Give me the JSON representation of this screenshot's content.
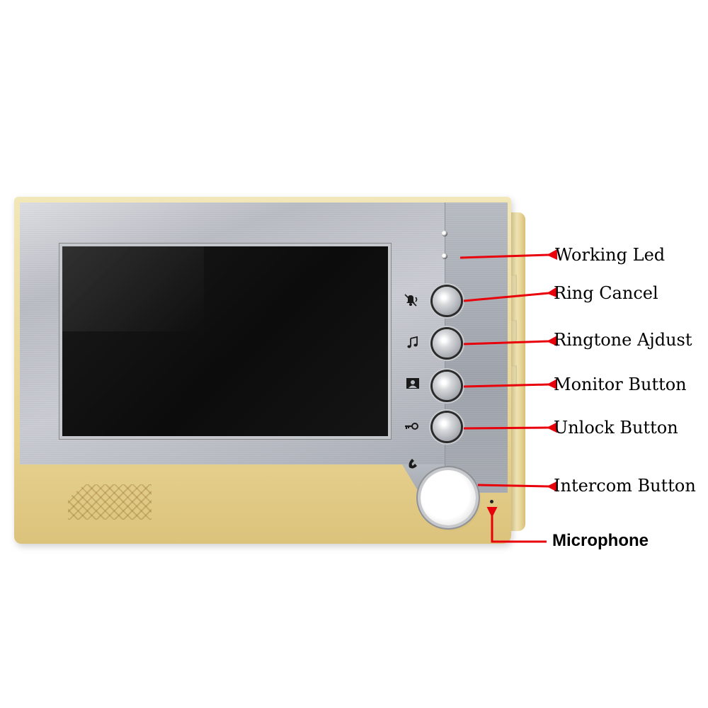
{
  "callouts": {
    "working_led": "Working Led",
    "ring_cancel": "Ring Cancel",
    "ringtone_adjust": "Ringtone Ajdust",
    "monitor_button": "Monitor Button",
    "unlock_button": "Unlock Button",
    "intercom_button": "Intercom Button",
    "microphone": "Microphone"
  },
  "icons": {
    "ring_cancel": "bell-mute-icon",
    "ringtone": "music-note-icon",
    "monitor": "person-monitor-icon",
    "unlock": "key-icon",
    "intercom": "phone-handset-icon"
  },
  "colors": {
    "arrow": "#e8000b",
    "gold_frame": "#e7d290",
    "brushed_silver": "#b9bcc3",
    "screen": "#0c0c0c"
  }
}
